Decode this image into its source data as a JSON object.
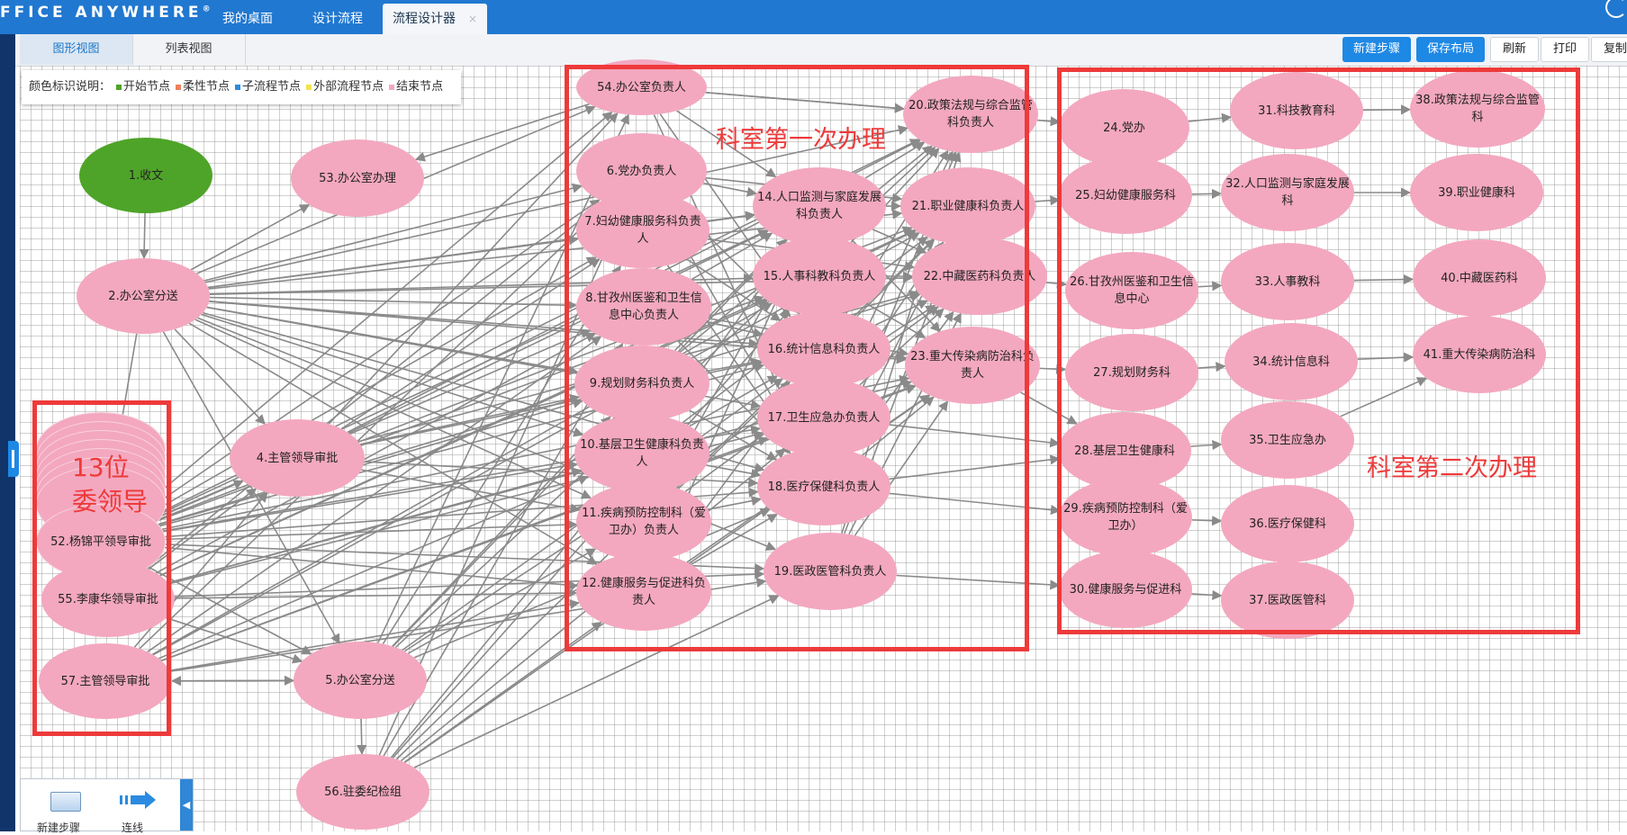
{
  "app": {
    "brand": "FFICE ANYWHERE",
    "brand_mark": "®",
    "tabs": [
      {
        "label": "我的桌面"
      },
      {
        "label": "设计流程"
      },
      {
        "label": "流程设计器",
        "close": "×"
      }
    ]
  },
  "toolbar": {
    "view_tabs": [
      "图形视图",
      "列表视图"
    ],
    "buttons": [
      "新建步骤",
      "保存布局",
      "刷新",
      "打印",
      "复制"
    ]
  },
  "legend": {
    "title": "颜色标识说明：",
    "items": [
      {
        "label": "开始节点",
        "color": "#4ea428"
      },
      {
        "label": "柔性节点",
        "color": "#f07f5e"
      },
      {
        "label": "子流程节点",
        "color": "#2a8be0"
      },
      {
        "label": "外部流程节点",
        "color": "#f3e24a"
      },
      {
        "label": "结束节点",
        "color": "#f3a8bf"
      }
    ]
  },
  "nodes": {
    "n1": "1.收文",
    "n2": "2.办公室分送",
    "n4": "4.主管领导审批",
    "n5": "5.办公室分送",
    "n53": "53.办公室办理",
    "n56": "56.驻委纪检组",
    "n52": "52.杨锦平领导审批",
    "n55": "55.李康华领导审批",
    "n57": "57.主管领导审批",
    "n54": "54.办公室负责人",
    "n6": "6.党办负责人",
    "n7": "7.妇幼健康服务科负责人",
    "n8": "8.甘孜州医鉴和卫生信息中心负责人",
    "n9": "9.规划财务科负责人",
    "n10": "10.基层卫生健康科负责人",
    "n11": "11.疾病预防控制科（爱卫办）负责人",
    "n12": "12.健康服务与促进科负责人",
    "n14": "14.人口监测与家庭发展科负责人",
    "n15": "15.人事科教科负责人",
    "n16": "16.统计信息科负责人",
    "n17": "17.卫生应急办负责人",
    "n18": "18.医疗保健科负责人",
    "n19": "19.医政医管科负责人",
    "n20": "20.政策法规与综合监管科负责人",
    "n21": "21.职业健康科负责人",
    "n22": "22.中藏医药科负责人",
    "n23": "23.重大传染病防治科负责人",
    "n24": "24.党办",
    "n25": "25.妇幼健康服务科",
    "n26": "26.甘孜州医鉴和卫生信息中心",
    "n27": "27.规划财务科",
    "n28": "28.基层卫生健康科",
    "n29": "29.疾病预防控制科（爱卫办）",
    "n30": "30.健康服务与促进科",
    "n31": "31.科技教育科",
    "n32": "32.人口监测与家庭发展科",
    "n33": "33.人事教科",
    "n34": "34.统计信息科",
    "n35": "35.卫生应急办",
    "n36": "36.医疗保健科",
    "n37": "37.医政医管科",
    "n38": "38.政策法规与综合监管科",
    "n39": "39.职业健康科",
    "n40": "40.中藏医药科",
    "n41": "41.重大传染病防治科"
  },
  "annotations": {
    "leaders_line1": "13位",
    "leaders_line2": "委领导",
    "first_round": "科室第一次办理",
    "second_round": "科室第二次办理"
  },
  "palette": {
    "items": [
      "新建步骤",
      "连线"
    ]
  },
  "colors": {
    "header": "#2178d0",
    "node_pink": "#f3a8bf",
    "node_start": "#4ea428",
    "edge": "#8a8a8a",
    "annotation_red": "#ee3a3a",
    "primary_button": "#1e88e5"
  }
}
